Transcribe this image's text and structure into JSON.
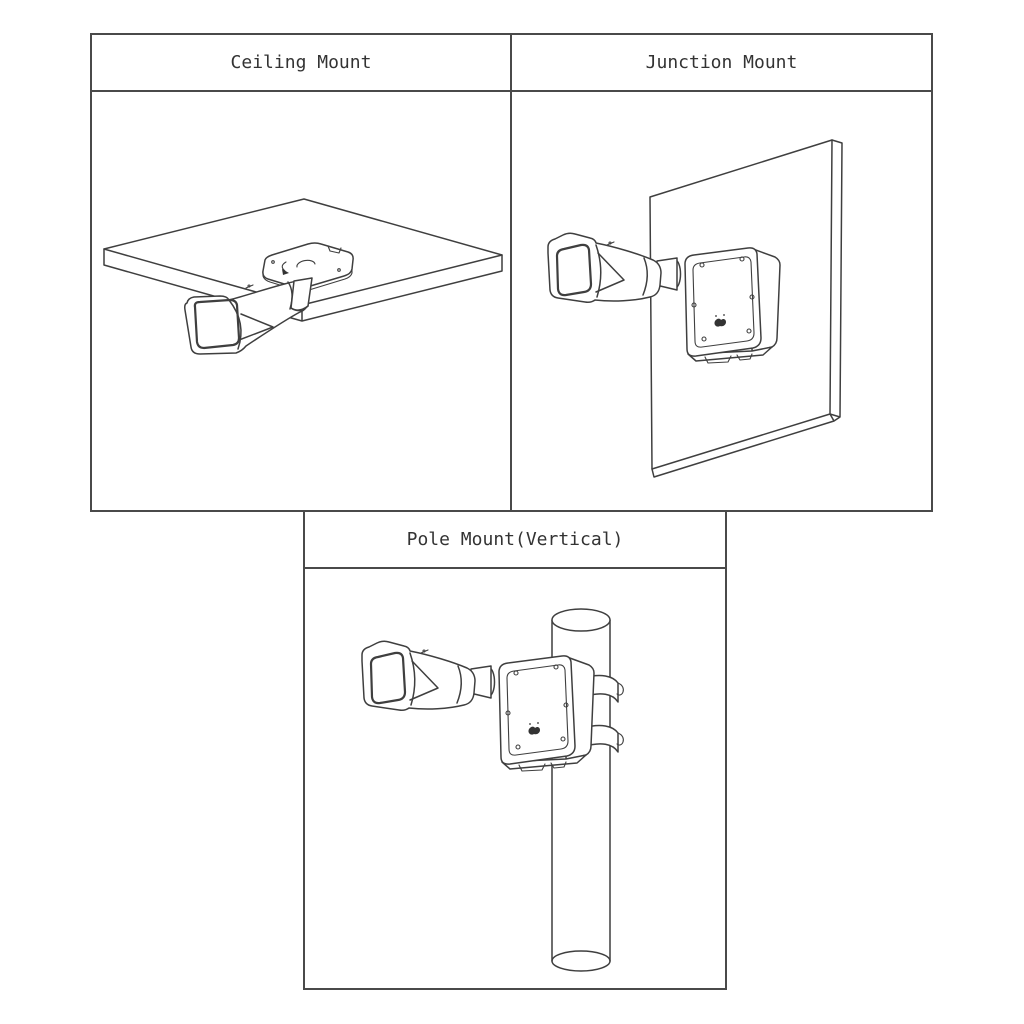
{
  "style": {
    "background": "#ffffff",
    "line_color": "#3f3f3f",
    "border_color": "#4a4a4a",
    "text_color": "#333333"
  },
  "panels": [
    {
      "id": "ceiling",
      "title": "Ceiling Mount",
      "figure": "bullet-camera-on-ceiling-slab"
    },
    {
      "id": "junction",
      "title": "Junction Mount",
      "figure": "bullet-camera-with-junction-box-on-wall"
    },
    {
      "id": "pole",
      "title": "Pole Mount(Vertical)",
      "figure": "bullet-camera-with-junction-box-strapped-to-vertical-pole"
    }
  ]
}
